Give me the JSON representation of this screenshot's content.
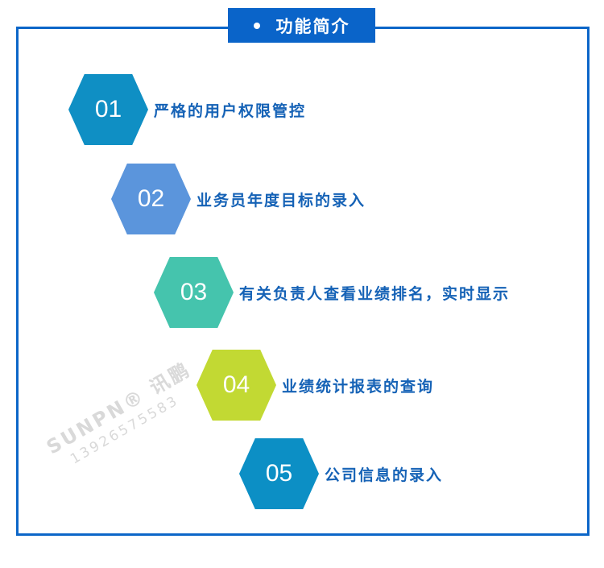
{
  "header": {
    "title": "功能简介",
    "bullet": "•",
    "color": "#0a64c9"
  },
  "frame": {
    "border_color": "#0c66c8"
  },
  "items": [
    {
      "number": "01",
      "label": "严格的用户权限管控",
      "color": "#0f8fc4"
    },
    {
      "number": "02",
      "label": "业务员年度目标的录入",
      "color": "#5b95dc"
    },
    {
      "number": "03",
      "label": "有关负责人查看业绩排名，实时显示",
      "color": "#45c4ad"
    },
    {
      "number": "04",
      "label": "业绩统计报表的查询",
      "color": "#c2d933"
    },
    {
      "number": "05",
      "label": "公司信息的录入",
      "color": "#0c8fc5"
    }
  ],
  "watermark": {
    "brand": "SUNPN® 讯鹏",
    "phone": "13926575583"
  }
}
